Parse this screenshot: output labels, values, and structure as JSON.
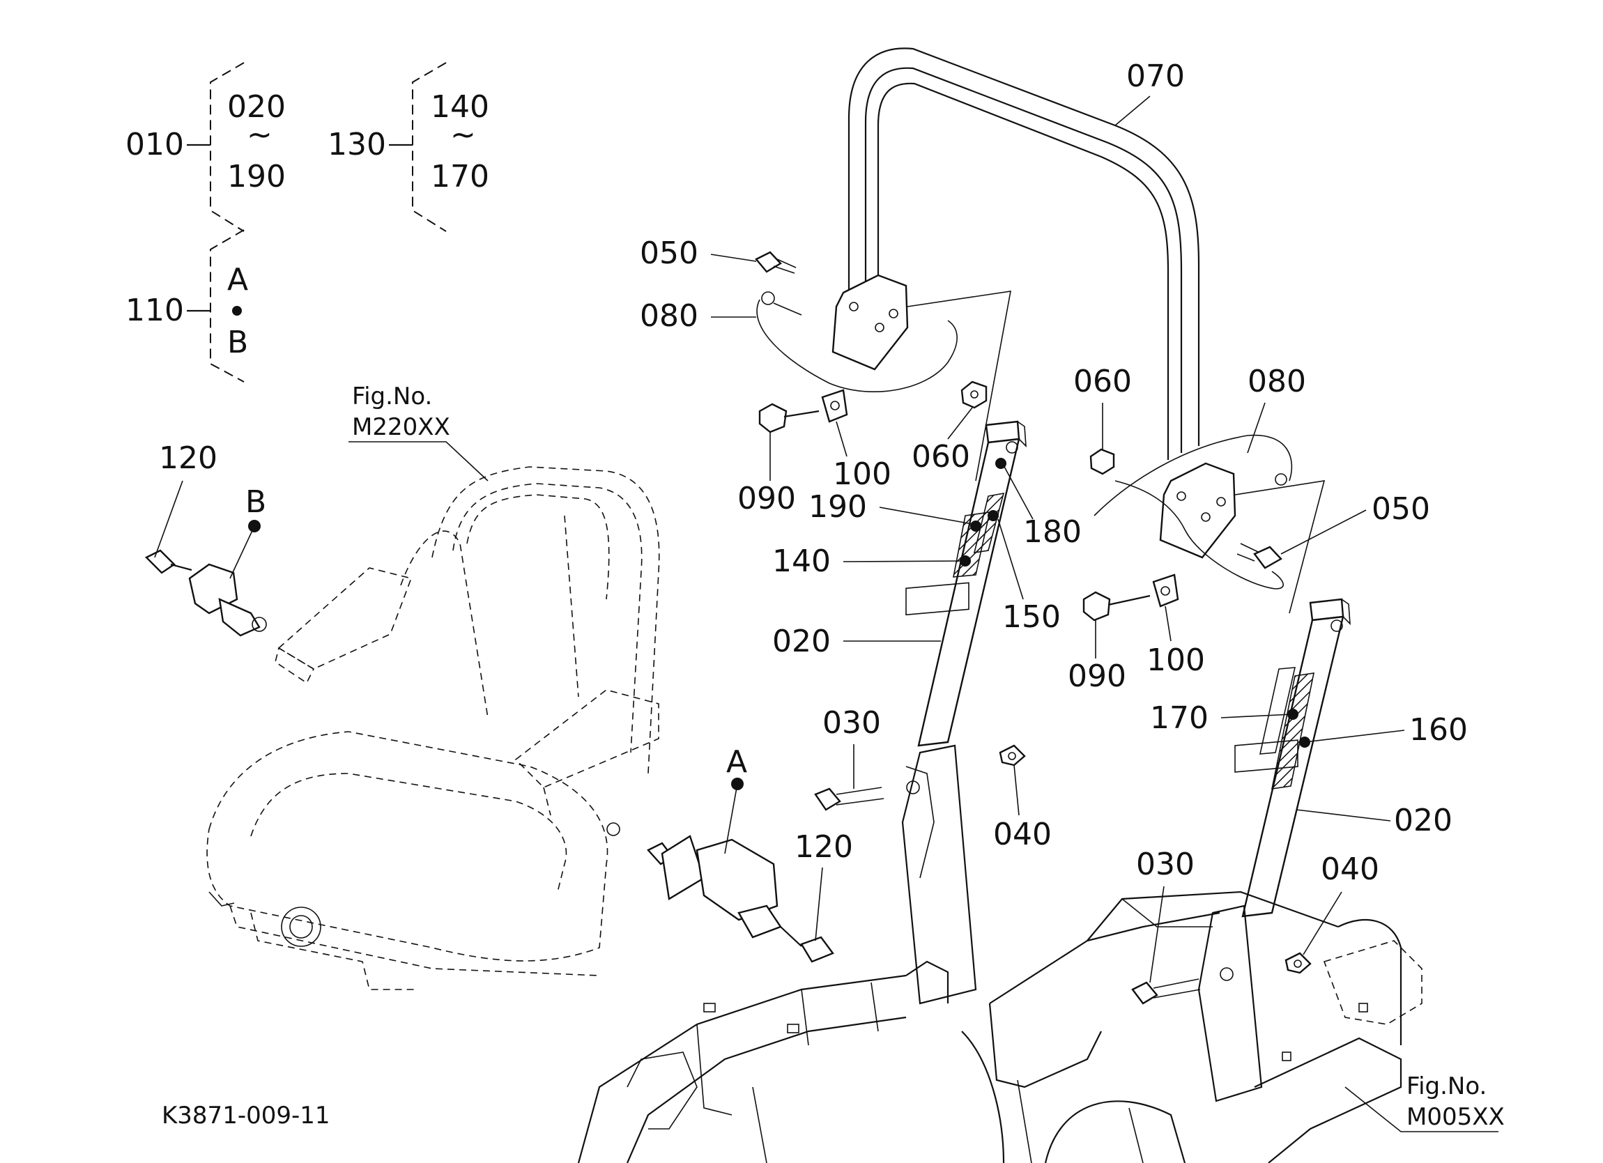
{
  "groups": {
    "g010": {
      "parent": "010",
      "first": "020",
      "tilde": "~",
      "last": "190"
    },
    "g130": {
      "parent": "130",
      "first": "140",
      "tilde": "~",
      "last": "170"
    },
    "g110": {
      "parent": "110",
      "a": "A",
      "b": "B"
    }
  },
  "figrefs": {
    "seat": {
      "line1": "Fig.No.",
      "line2": "M220XX"
    },
    "frame": {
      "line1": "Fig.No.",
      "line2": "M005XX"
    }
  },
  "callouts": {
    "c070": "070",
    "c050_left": "050",
    "c080_left": "080",
    "c090_left": "090",
    "c100_left": "100",
    "c060_left": "060",
    "c190": "190",
    "c180": "180",
    "c140": "140",
    "c150": "150",
    "c020_left": "020",
    "c030_left": "030",
    "c040_left": "040",
    "c120_top": "120",
    "c_b": "B",
    "c_a": "A",
    "c120_bottom": "120",
    "c060_right": "060",
    "c080_right": "080",
    "c050_right": "050",
    "c090_right": "090",
    "c100_right": "100",
    "c170": "170",
    "c160": "160",
    "c020_right": "020",
    "c030_right": "030",
    "c040_right": "040"
  },
  "drawing_number": "K3871-009-11"
}
